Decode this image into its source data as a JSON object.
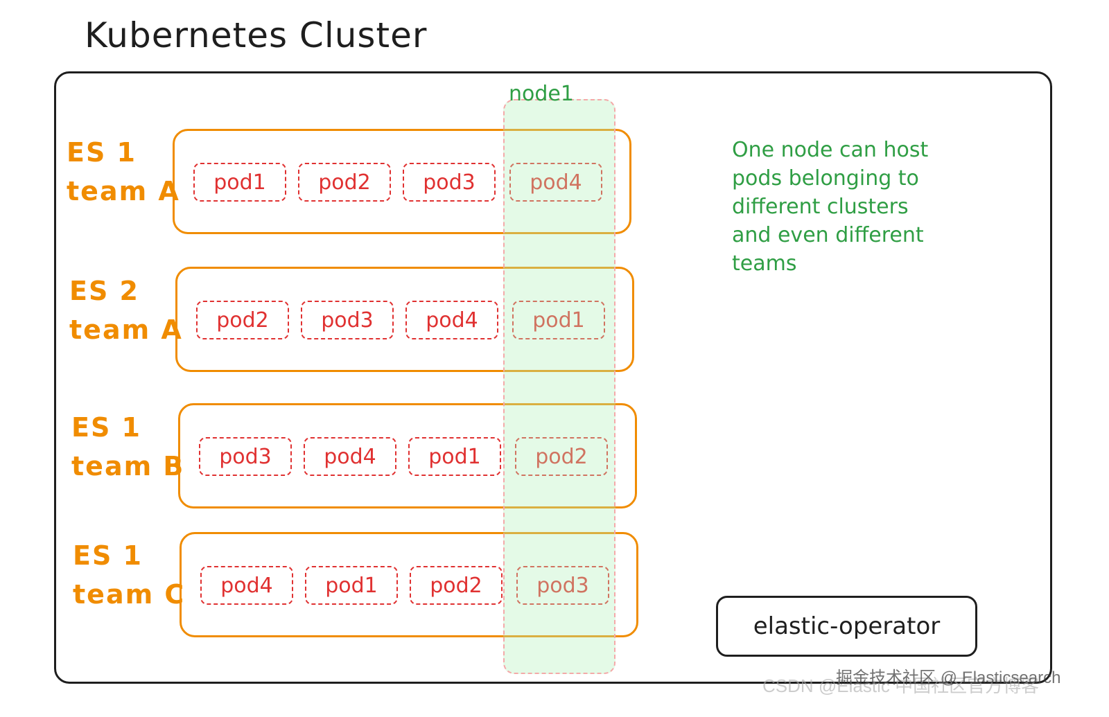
{
  "title": "Kubernetes Cluster",
  "node": {
    "label": "node1"
  },
  "groups": [
    {
      "line1": "ES 1",
      "line2": "team A",
      "pods": [
        "pod1",
        "pod2",
        "pod3",
        "pod4"
      ]
    },
    {
      "line1": "ES 2",
      "line2": "team A",
      "pods": [
        "pod2",
        "pod3",
        "pod4",
        "pod1"
      ]
    },
    {
      "line1": "ES 1",
      "line2": "team B",
      "pods": [
        "pod3",
        "pod4",
        "pod1",
        "pod2"
      ]
    },
    {
      "line1": "ES 1",
      "line2": "team C",
      "pods": [
        "pod4",
        "pod1",
        "pod2",
        "pod3"
      ]
    }
  ],
  "note": {
    "lines": [
      "One node can host",
      "pods belonging to",
      "different clusters",
      "and even different",
      "teams"
    ]
  },
  "operator": {
    "label": "elastic-operator"
  },
  "watermarks": {
    "primary": "掘金技术社区 @ Elasticsearch",
    "secondary": "CSDN @Elastic 中国社区官方博客"
  },
  "colors": {
    "cluster_border": "#1e1e1e",
    "es_group": "#f08c00",
    "pod": "#e03131",
    "node": "#2f9e44",
    "node_fill": "#b2f2bb"
  }
}
